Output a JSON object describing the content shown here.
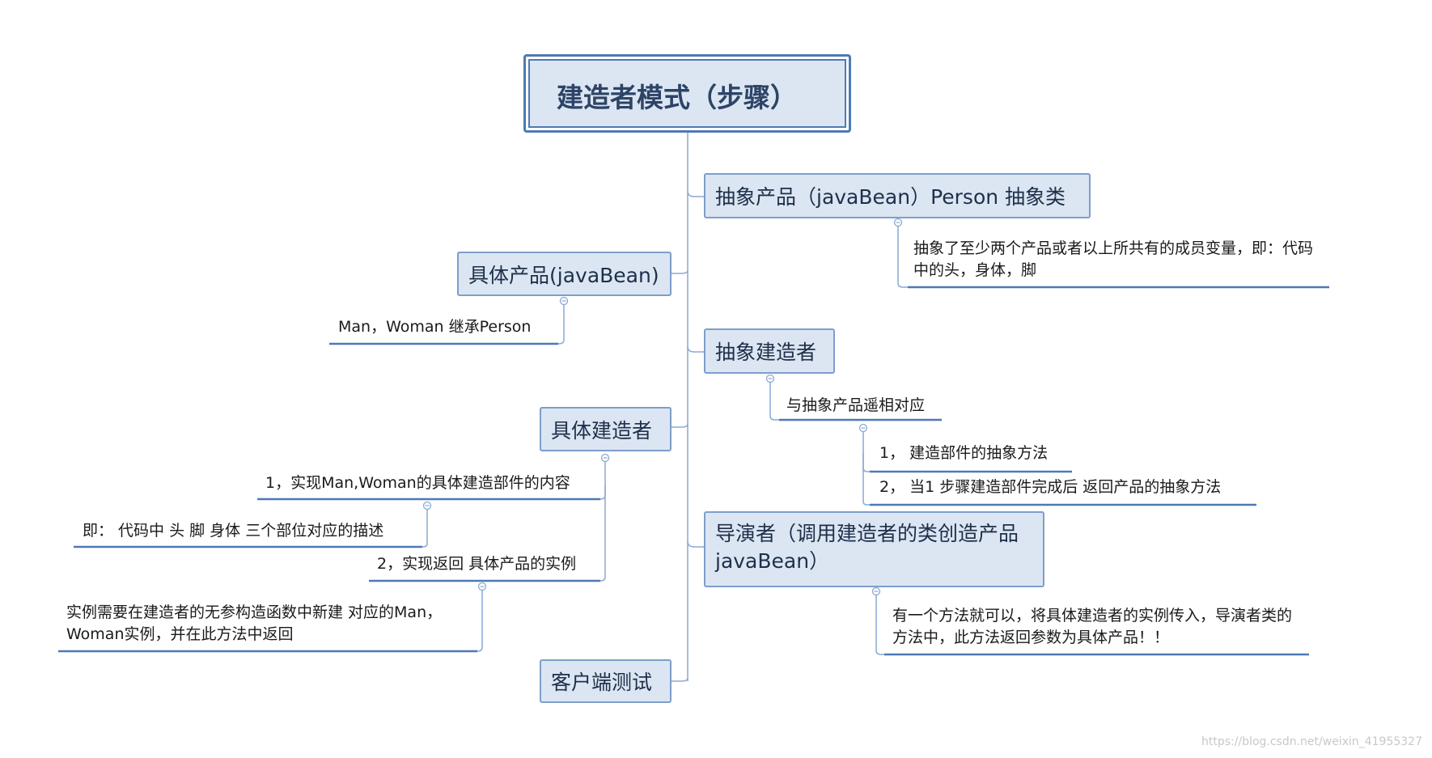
{
  "root": {
    "title": "建造者模式（步骤）"
  },
  "right": {
    "abstract_product": {
      "label": "抽象产品（javaBean）Person  抽象类",
      "note": "抽象了至少两个产品或者以上所共有的成员变量，即：代码中的头，身体，脚"
    },
    "abstract_builder": {
      "label": "抽象建造者",
      "note": "与抽象产品遥相对应",
      "steps": [
        "1，  建造部件的抽象方法",
        "2，  当1 步骤建造部件完成后  返回产品的抽象方法"
      ]
    },
    "director": {
      "label": "导演者（调用建造者的类创造产品javaBean）",
      "note": "有一个方法就可以，将具体建造者的实例传入，导演者类的方法中，此方法返回参数为具体产品！！"
    }
  },
  "left": {
    "concrete_product": {
      "label": "具体产品(javaBean)",
      "note": "Man，Woman  继承Person"
    },
    "concrete_builder": {
      "label": "具体建造者",
      "item1": "1，实现Man,Woman的具体建造部件的内容",
      "item1_note": "即：  代码中 头  脚   身体   三个部位对应的描述",
      "item2": "2，实现返回 具体产品的实例",
      "item2_note": "实例需要在建造者的无参构造函数中新建 对应的Man，Woman实例，并在此方法中返回"
    },
    "client": {
      "label": "客户端测试"
    }
  },
  "watermark": "https://blog.csdn.net/weixin_41955327",
  "colors": {
    "line": "#8aa9d4",
    "underline": "#4e79b5",
    "box_fill": "#dce6f3",
    "box_border": "#7e9ecb"
  }
}
